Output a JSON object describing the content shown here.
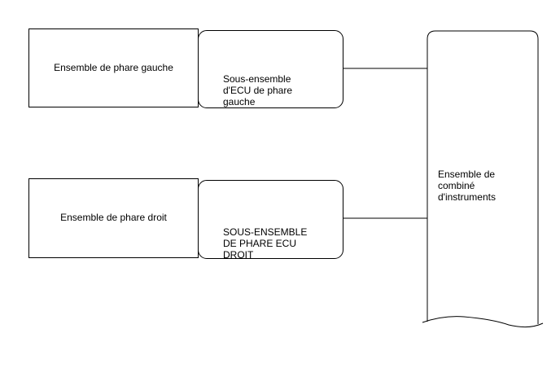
{
  "diagram": {
    "left_headlamp_assembly": "Ensemble de phare gauche",
    "left_headlamp_ecu": "Sous-ensemble\nd'ECU de phare\ngauche",
    "right_headlamp_assembly": "Ensemble de phare droit",
    "right_headlamp_ecu": "SOUS-ENSEMBLE\nDE PHARE ECU\nDROIT",
    "combination_meter": "Ensemble de\ncombiné\nd'instruments"
  },
  "colors": {
    "stroke": "#000000",
    "background": "#ffffff"
  }
}
